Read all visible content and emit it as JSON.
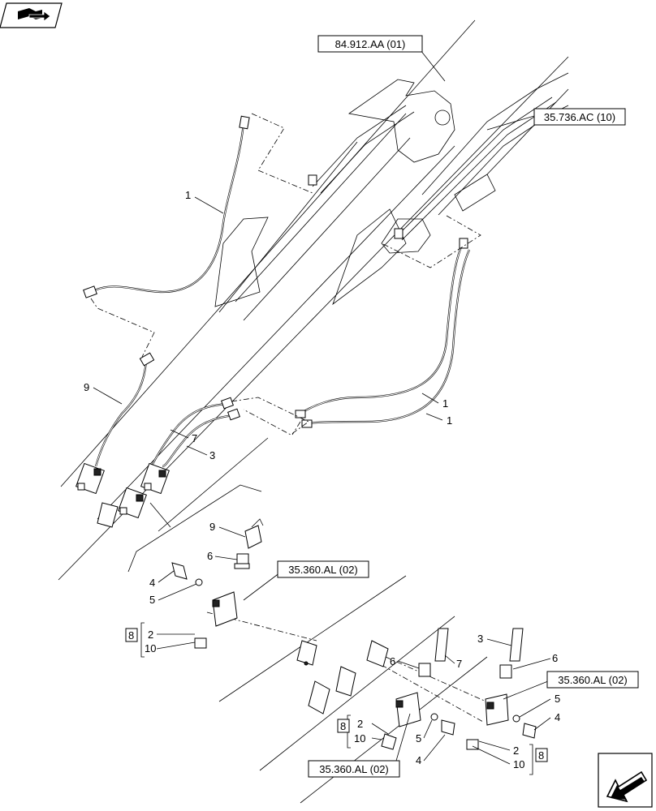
{
  "icons": {
    "top_left": "book-arrow-icon",
    "bottom_right": "navigation-arrow-icon"
  },
  "references": {
    "ref_84912": "84.912.AA (01)",
    "ref_35736": "35.736.AC (10)",
    "ref_35360_a": "35.360.AL (02)",
    "ref_35360_b": "35.360.AL (02)",
    "ref_35360_c": "35.360.AL (02)"
  },
  "callouts": {
    "hose_1_top": "1",
    "hose_1_right_a": "1",
    "hose_1_right_b": "1",
    "hose_9": "9",
    "hose_7": "7",
    "hose_3": "3",
    "d1_9": "9",
    "d1_6": "6",
    "d1_4": "4",
    "d1_5": "5",
    "d1_2": "2",
    "d1_10": "10",
    "d1_8": "8",
    "d2_7": "7",
    "d2_6": "6",
    "d2_2": "2",
    "d2_10": "10",
    "d2_8": "8",
    "d2_5": "5",
    "d2_4": "4",
    "d3_3": "3",
    "d3_6": "6",
    "d3_5": "5",
    "d3_4": "4",
    "d3_2": "2",
    "d3_10": "10",
    "d3_8": "8"
  }
}
